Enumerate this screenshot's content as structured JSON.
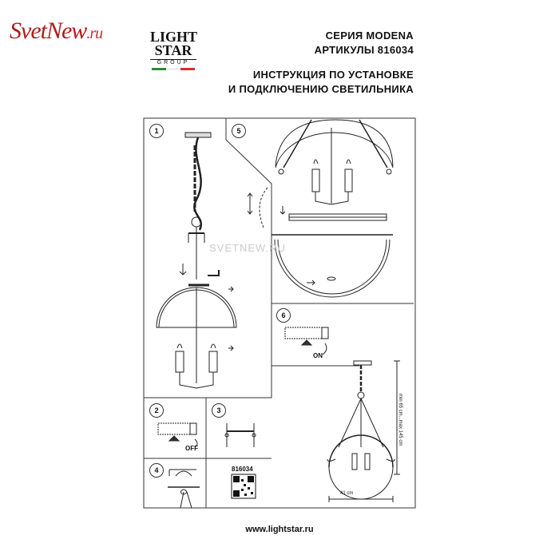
{
  "watermark": {
    "main": "SvetNew",
    "suffix": ".ru",
    "overlay": "SVETNEW.RU"
  },
  "brand": {
    "line1": "LIGHT",
    "line2": "STAR",
    "line3": "GROUP",
    "flag_colors": [
      "#2e8b3c",
      "#ffffff",
      "#d32f2f"
    ]
  },
  "header": {
    "series": "СЕРИЯ MODENA",
    "articles": "АРТИКУЛЫ 816034",
    "title_line1": "ИНСТРУКЦИЯ ПО УСТАНОВКЕ",
    "title_line2": "И ПОДКЛЮЧЕНИЮ СВЕТИЛЬНИКА"
  },
  "steps": [
    {
      "number": "1"
    },
    {
      "number": "2",
      "switch_label": "OFF"
    },
    {
      "number": "3"
    },
    {
      "number": "4"
    },
    {
      "number": "5"
    },
    {
      "number": "6",
      "switch_label": "ON"
    }
  ],
  "product_code": "816034",
  "dimensions": {
    "height": "min 65 cm...max 145 cm",
    "width": "41 cm"
  },
  "footer": {
    "url": "www.lightstar.ru"
  }
}
